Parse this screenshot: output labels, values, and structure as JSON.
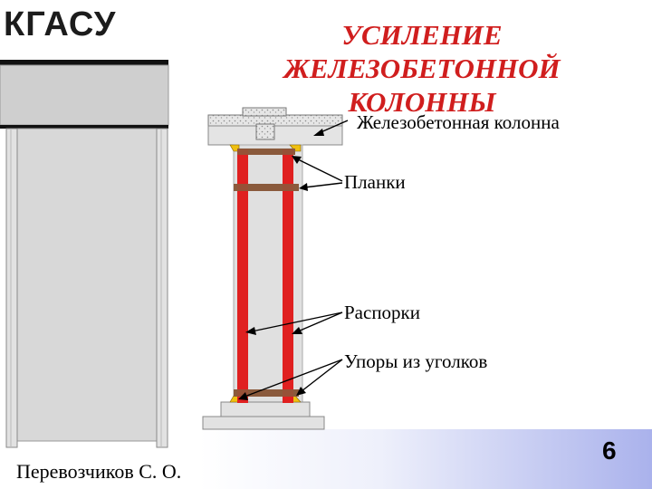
{
  "logo": "КГАСУ",
  "title": {
    "line1": "УСИЛЕНИЕ",
    "line2": "ЖЕЛЕЗОБЕТОННОЙ",
    "line3": "КОЛОННЫ"
  },
  "labels": {
    "column": "Железобетонная колонна",
    "plates": "Планки",
    "struts": "Распорки",
    "angle_stops": "Упоры из уголков"
  },
  "author": "Перевозчиков С. О.",
  "page_number": "6",
  "colors": {
    "title": "#d01e1e",
    "strut": "#e02020",
    "plate": "#8a5a3c",
    "stop": "#f0c010",
    "concrete": "#e0e0e0",
    "frame_gray": "#cfcfcf",
    "accent_blue": "#aab2ec"
  }
}
